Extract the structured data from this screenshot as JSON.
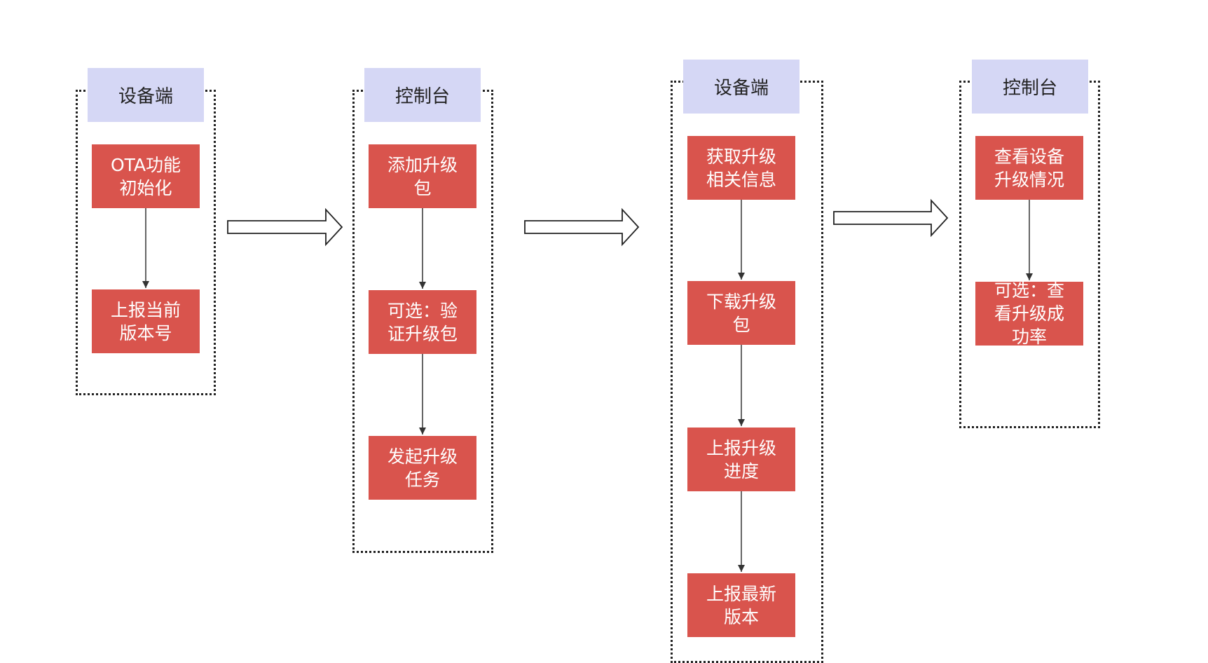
{
  "colors": {
    "header_fill": "#d5d7f5",
    "step_fill": "#d9544d",
    "step_text": "#ffffff",
    "header_text": "#222222",
    "connector": "#333333"
  },
  "groups": [
    {
      "header": "设备端",
      "steps": [
        "OTA功能\n初始化",
        "上报当前\n版本号"
      ]
    },
    {
      "header": "控制台",
      "steps": [
        "添加升级\n包",
        "可选：验\n证升级包",
        "发起升级\n任务"
      ]
    },
    {
      "header": "设备端",
      "steps": [
        "获取升级\n相关信息",
        "下载升级\n包",
        "上报升级\n进度",
        "上报最新\n版本"
      ]
    },
    {
      "header": "控制台",
      "steps": [
        "查看设备\n升级情况",
        "可选：查\n看升级成\n功率"
      ]
    }
  ]
}
